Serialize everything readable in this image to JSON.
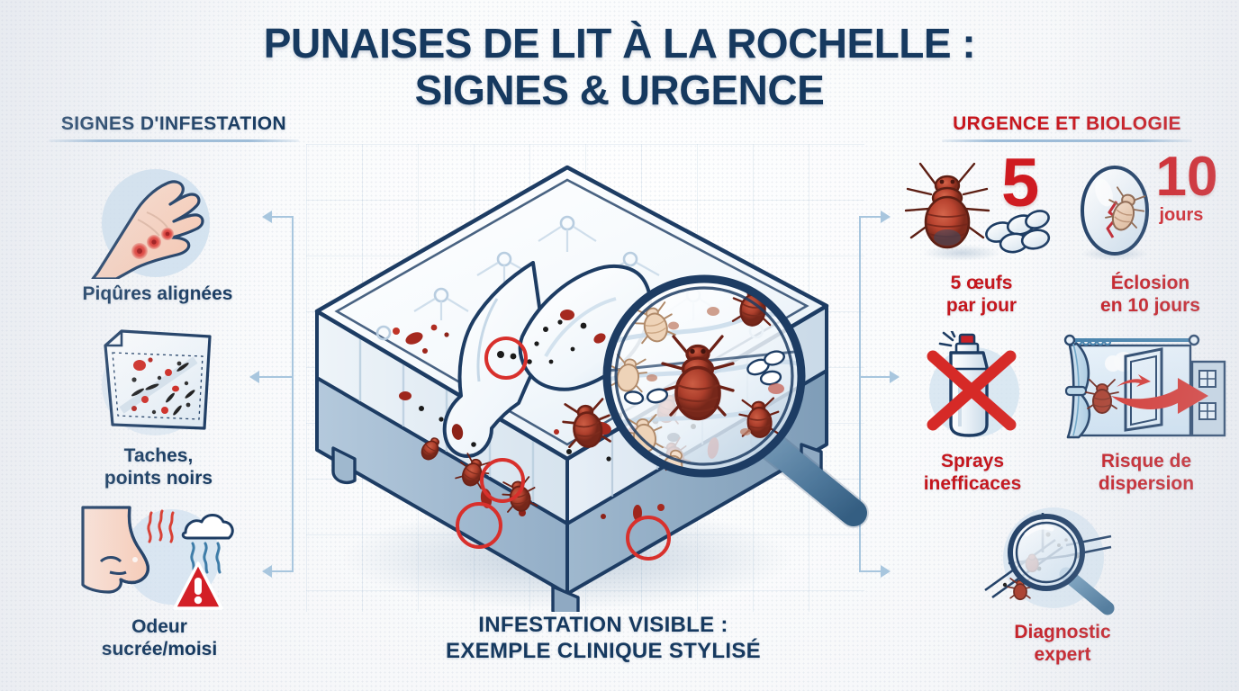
{
  "meta": {
    "background_color": "#f4f5f7",
    "navy": "#16395f",
    "red": "#c5161d",
    "accent_blue": "#a8c6de",
    "halo_blue": "#cfe0ef"
  },
  "title": {
    "line1": "PUNAISES DE LIT À LA ROCHELLE :",
    "line2": "SIGNES & URGENCE"
  },
  "columns": {
    "left_header": "SIGNES D'INFESTATION",
    "right_header": "URGENCE ET BIOLOGIE"
  },
  "left_items": [
    {
      "id": "bites",
      "icon": "forearm-with-bites-icon",
      "label_line1": "Piqûres alignées",
      "label_line2": ""
    },
    {
      "id": "stains",
      "icon": "stained-sheet-icon",
      "label_line1": "Taches,",
      "label_line2": "points noirs"
    },
    {
      "id": "odor",
      "icon": "nose-odor-warning-icon",
      "label_line1": "Odeur",
      "label_line2": "sucrée/moisi"
    }
  ],
  "right_items": [
    {
      "id": "eggs",
      "icon": "bedbug-with-eggs-icon",
      "number": "5",
      "number_unit": "",
      "label_line1": "5 œufs",
      "label_line2": "par jour"
    },
    {
      "id": "hatching",
      "icon": "egg-with-nymph-icon",
      "number": "10",
      "number_unit": "jours",
      "label_line1": "Éclosion",
      "label_line2": "en 10 jours"
    },
    {
      "id": "sprays",
      "icon": "spray-can-crossed-icon",
      "number": "",
      "number_unit": "",
      "label_line1": "Sprays",
      "label_line2": "inefficaces"
    },
    {
      "id": "dispersion",
      "icon": "window-bug-arrow-icon",
      "number": "",
      "number_unit": "",
      "label_line1": "Risque de",
      "label_line2": "dispersion"
    },
    {
      "id": "diagnostic",
      "icon": "magnifier-bed-frame-icon",
      "number": "",
      "number_unit": "",
      "label_line1": "Diagnostic",
      "label_line2": "expert"
    }
  ],
  "center": {
    "illustration": "isometric-mattress-infestation-illustration",
    "caption_line1": "INFESTATION VISIBLE :",
    "caption_line2": "EXEMPLE CLINIQUE STYLISÉ"
  }
}
